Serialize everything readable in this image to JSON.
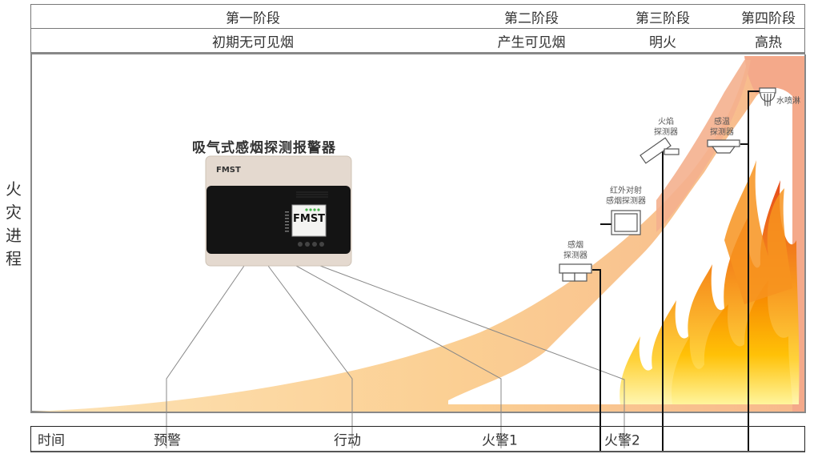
{
  "stages": [
    {
      "name": "第一阶段",
      "description": "初期无可见烟"
    },
    {
      "name": "第二阶段",
      "description": "产生可见烟"
    },
    {
      "name": "第三阶段",
      "description": "明火"
    },
    {
      "name": "第四阶段",
      "description": "高热"
    }
  ],
  "side_label": "火灾进程",
  "device": {
    "title": "吸气式感烟探测报警器",
    "brand": "FMST",
    "screen_text": "FMST"
  },
  "detectors": [
    {
      "label_line1": "感烟",
      "label_line2": "探测器",
      "type": "smoke-detector"
    },
    {
      "label_line1": "红外对射",
      "label_line2": "感烟探测器",
      "type": "infrared-beam-detector"
    },
    {
      "label_line1": "火焰",
      "label_line2": "探测器",
      "type": "flame-detector"
    },
    {
      "label_line1": "感温",
      "label_line2": "探测器",
      "type": "heat-detector"
    },
    {
      "label_line1": "水喷淋",
      "label_line2": "",
      "type": "sprinkler"
    }
  ],
  "timeline": {
    "label": "时间",
    "events": [
      "预警",
      "行动",
      "火警1",
      "火警2"
    ]
  },
  "colors": {
    "smoke_light": "#fcd9a0",
    "smoke_band": "#f7b98c",
    "smoke_hot": "#f4a98a",
    "flame_red": "#e64a19",
    "flame_orange": "#f7931e",
    "flame_yellow": "#ffe34d",
    "frame": "#777777"
  }
}
